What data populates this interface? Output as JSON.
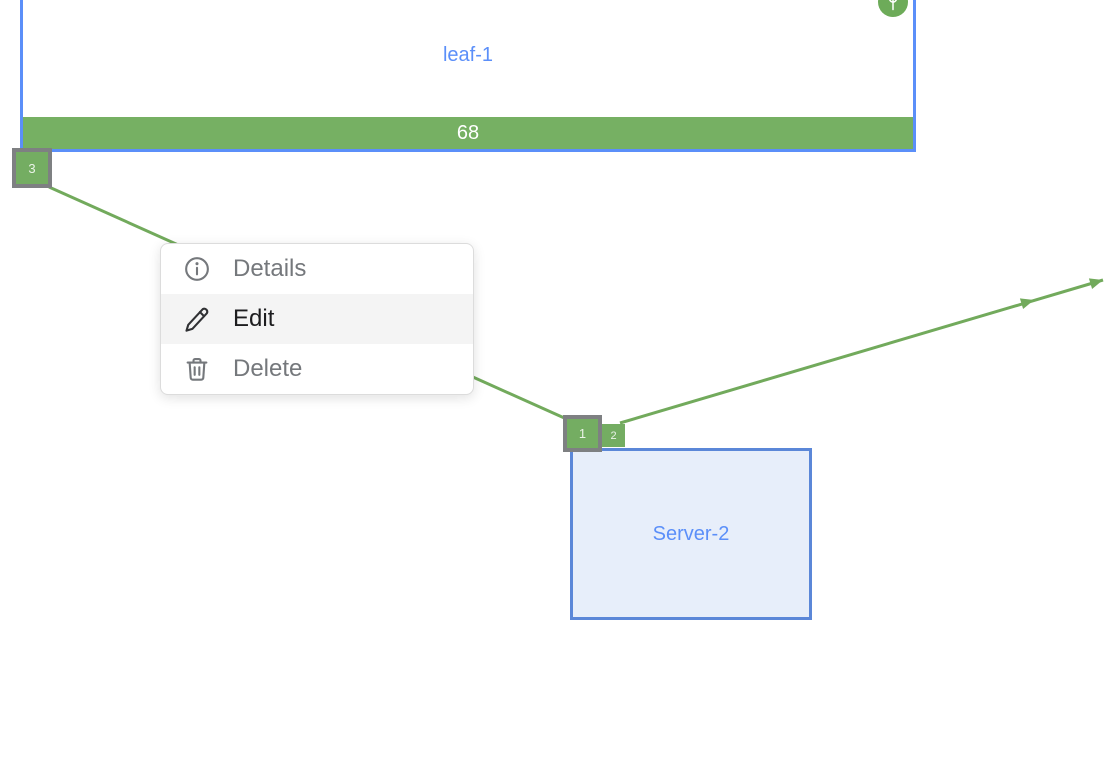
{
  "diagram": {
    "nodes": [
      {
        "id": "leaf-1",
        "label": "leaf-1",
        "utilization": "68",
        "type_icon": "device-tree-icon",
        "ports": [
          {
            "id": "3",
            "selected": true
          }
        ]
      },
      {
        "id": "server-2",
        "label": "Server-2",
        "ports": [
          {
            "id": "1",
            "selected": true
          },
          {
            "id": "2",
            "selected": false
          }
        ]
      }
    ],
    "links": [
      {
        "from": "leaf-1:3",
        "to": "server-2:1",
        "selected": true
      },
      {
        "from": "server-2:2",
        "to": "offscreen-right",
        "selected": false
      }
    ]
  },
  "context_menu": {
    "items": [
      {
        "label": "Details",
        "icon": "info-icon",
        "active": false
      },
      {
        "label": "Edit",
        "icon": "pencil-icon",
        "active": true
      },
      {
        "label": "Delete",
        "icon": "trash-icon",
        "active": false
      }
    ]
  },
  "colors": {
    "link_green": "#72aa5c",
    "badge_green": "#74ad62",
    "bar_green": "#76b063",
    "leaf_border_blue": "#5b8ff9",
    "server_border_blue": "#5b87d8",
    "server_fill": "#e7eefa",
    "label_blue": "#5b8ff9",
    "menu_highlight": "#f4f4f4",
    "menu_text": "#75787c",
    "menu_text_active": "#1d1d1f",
    "selection_ring_gray": "#7e8082",
    "status_icon_green": "#6dab59"
  }
}
